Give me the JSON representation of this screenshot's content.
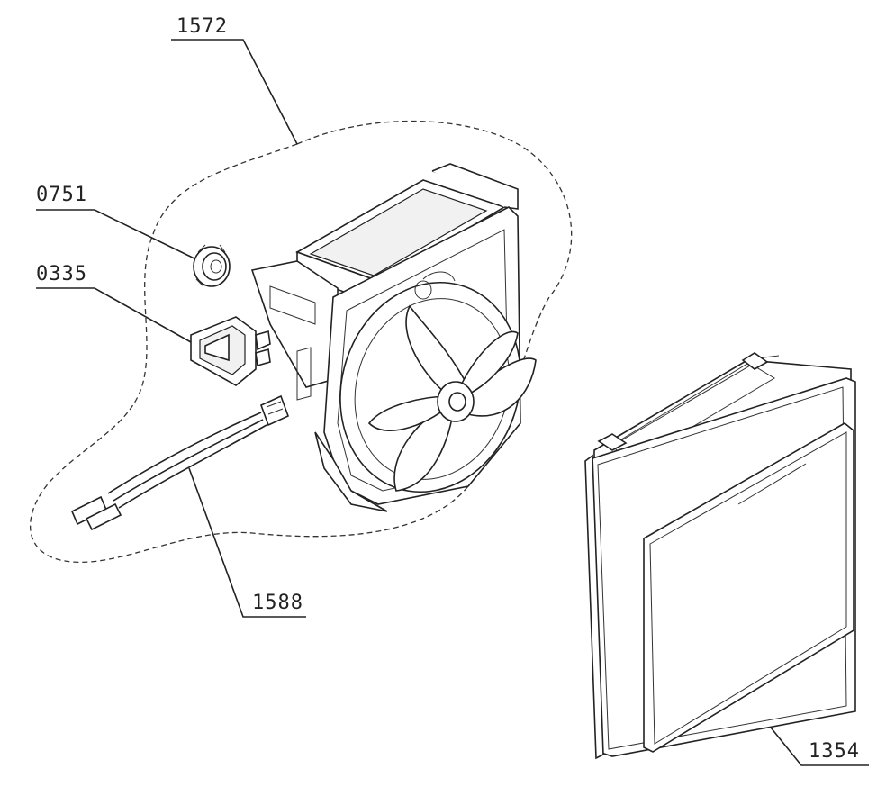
{
  "diagram": {
    "labels": {
      "group_assembly": "1572",
      "knob": "0751",
      "switch": "0335",
      "cable": "1588",
      "grille_box": "1354"
    }
  }
}
